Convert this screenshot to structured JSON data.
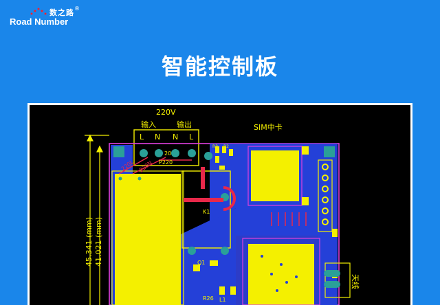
{
  "header": {
    "brand_cn": "数之路",
    "brand_en": "Road Number",
    "reg_mark": "®"
  },
  "title": "智能控制板",
  "pcb": {
    "label_220v": "220V",
    "label_input": "输入",
    "label_output": "输出",
    "terminal_pins": [
      "L",
      "N",
      "N",
      "L"
    ],
    "label_sim": "SIM中卡",
    "label_antenna": "天线",
    "dim_outer": "45.341 (mm)",
    "dim_inner": "41.021 (mm)",
    "silk_220l": "220L",
    "silk_220n": "220N",
    "silk_p220": "P220",
    "silk_k1": "K1",
    "silk_201": "201",
    "silk_q1": "Q1",
    "silk_r26": "R26",
    "silk_l1": "L1",
    "silk_r3": "R3",
    "silk_r2": "R2"
  },
  "colors": {
    "background": "#1a86ea",
    "board_bg": "#000000",
    "copper_blue": "#2440d8",
    "pad_yellow": "#f4f000",
    "trace_red": "#e8284a",
    "outline_magenta": "#e040e0",
    "pad_teal": "#2aa098"
  }
}
